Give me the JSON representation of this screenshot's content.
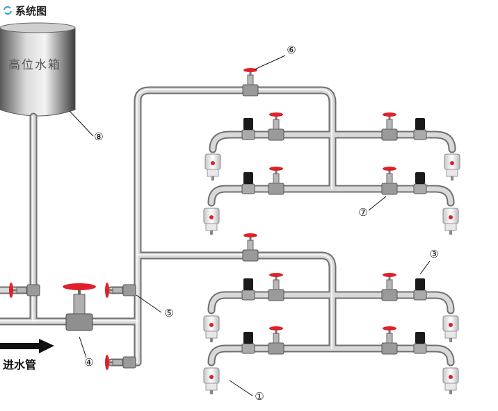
{
  "header": {
    "title": "系统图",
    "icon": "refresh-icon"
  },
  "tank": {
    "label": "高位水箱"
  },
  "inlet": {
    "label": "进水管"
  },
  "callouts": [
    "①",
    "③",
    "④",
    "⑤",
    "⑥",
    "⑦",
    "⑧"
  ],
  "colors": {
    "pipe": "#bdbdbd",
    "pipe_edge": "#6f6f6f",
    "valve_handle": "#e0202a",
    "title_icon": "#3aa0d8"
  }
}
